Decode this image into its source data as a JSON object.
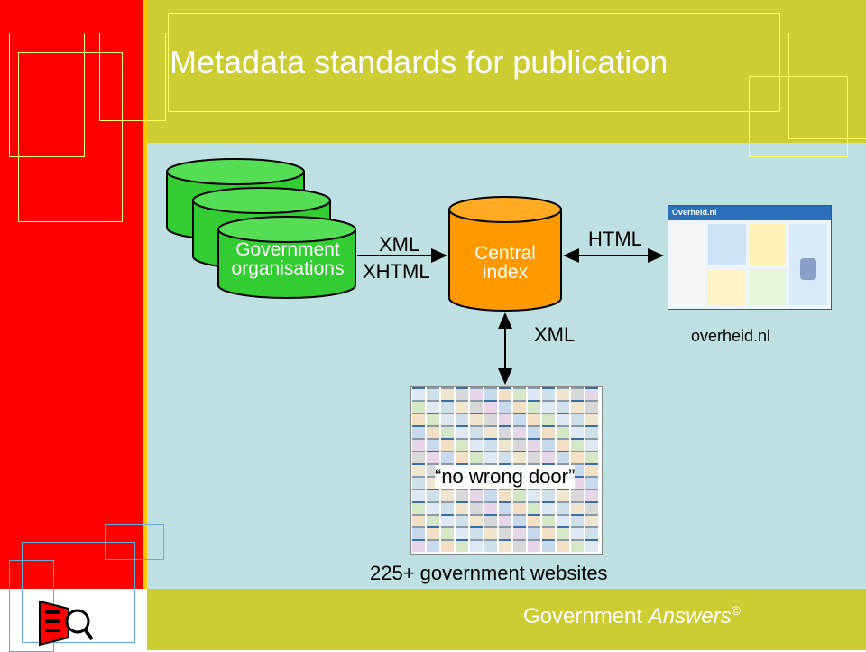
{
  "slide": {
    "title": "Metadata standards for publication",
    "footer_prefix": "Government ",
    "footer_italic": "Answers",
    "footer_mark": "©"
  },
  "diagram": {
    "gov_db_line1": "Government",
    "gov_db_line2": "organisations",
    "central_line1": "Central",
    "central_line2": "index",
    "edge_xml": "XML",
    "edge_xhtml": "XHTML",
    "edge_html": "HTML",
    "edge_xml_down": "XML",
    "overheid_caption": "overheid.nl",
    "sites_caption": "225+ government websites",
    "no_wrong_door": "“no wrong door”",
    "overheid_logo_text": "Overheid.nl"
  },
  "colors": {
    "red_bar": "#ff0000",
    "olive": "#cccc33",
    "content_bg": "#bfe0e3",
    "green_db": "#33cc33",
    "orange_db": "#ff9900"
  },
  "icons": [
    "logo-icon"
  ]
}
